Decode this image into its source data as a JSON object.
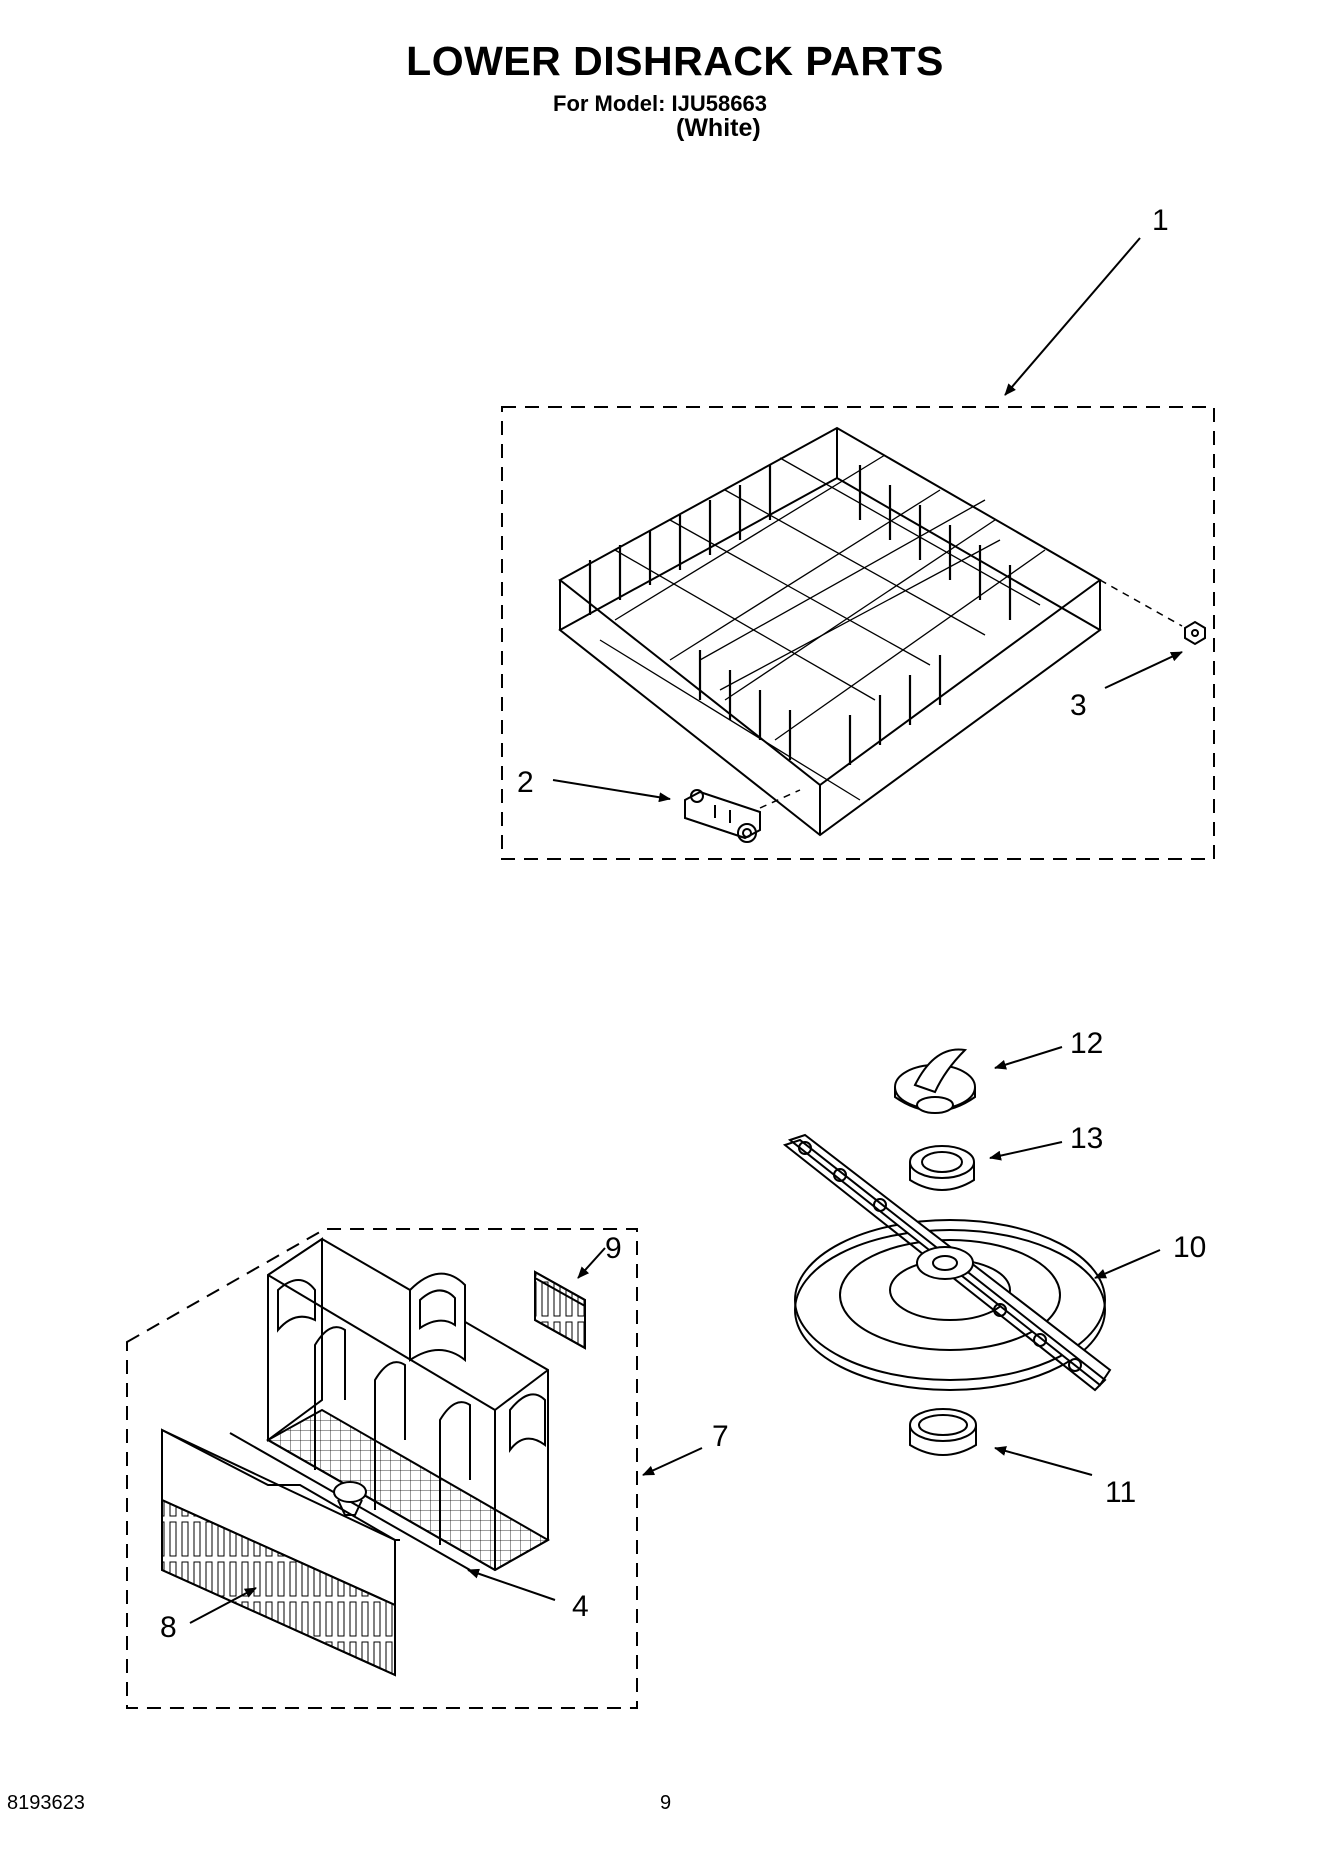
{
  "header": {
    "title": "LOWER DISHRACK PARTS",
    "model_line": "For Model: IJU58663",
    "color_line": "(White)"
  },
  "footer": {
    "doc_number": "8193623",
    "page_number": "9"
  },
  "callouts": {
    "c1": "1",
    "c2": "2",
    "c3": "3",
    "c4": "4",
    "c7": "7",
    "c8": "8",
    "c9": "9",
    "c10": "10",
    "c11": "11",
    "c12": "12",
    "c13": "13"
  }
}
